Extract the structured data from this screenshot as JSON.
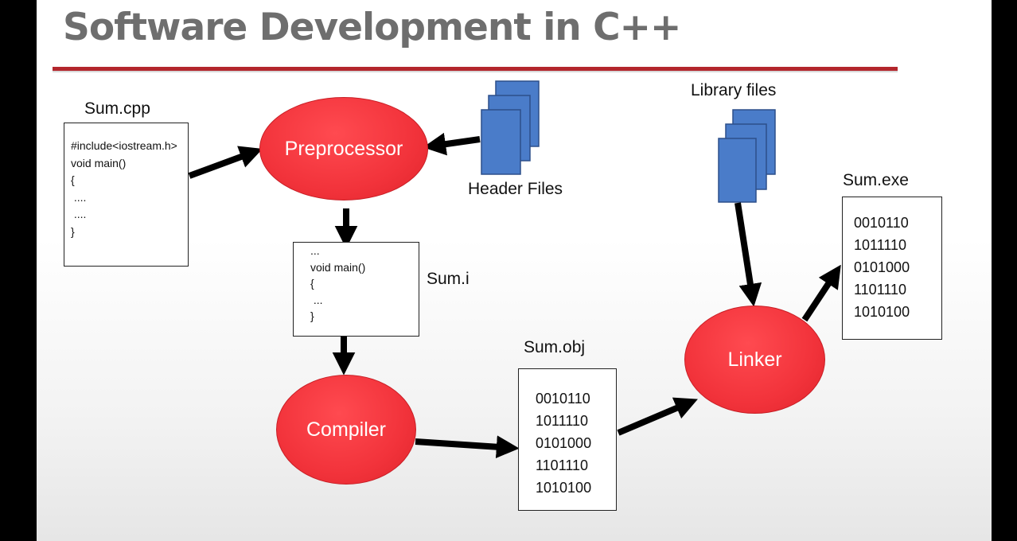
{
  "title": "Software Development in C++",
  "colors": {
    "title": "#6e6e6e",
    "accent_rule": "#b3262c",
    "process_node": "#f2333b",
    "file_stack": "#4a7cc9",
    "arrow": "#000000"
  },
  "labels": {
    "source_file": "Sum.cpp",
    "preprocessed_file": "Sum.i",
    "object_file": "Sum.obj",
    "executable_file": "Sum.exe",
    "header_files": "Header Files",
    "library_files": "Library files"
  },
  "nodes": {
    "preprocessor": "Preprocessor",
    "compiler": "Compiler",
    "linker": "Linker"
  },
  "source_code": [
    "#include<iostream.h>",
    "void main()",
    "{",
    " ....",
    " ....",
    "}"
  ],
  "preprocessed_code": [
    "...",
    "void main()",
    "{",
    " ...",
    "}"
  ],
  "object_code": [
    "0010110",
    "1011110",
    "0101000",
    "1101110",
    "1010100"
  ],
  "executable_code": [
    "0010110",
    "1011110",
    "0101000",
    "1101110",
    "1010100"
  ],
  "icons": {
    "header_files": "file-stack-icon",
    "library_files": "file-stack-icon"
  }
}
